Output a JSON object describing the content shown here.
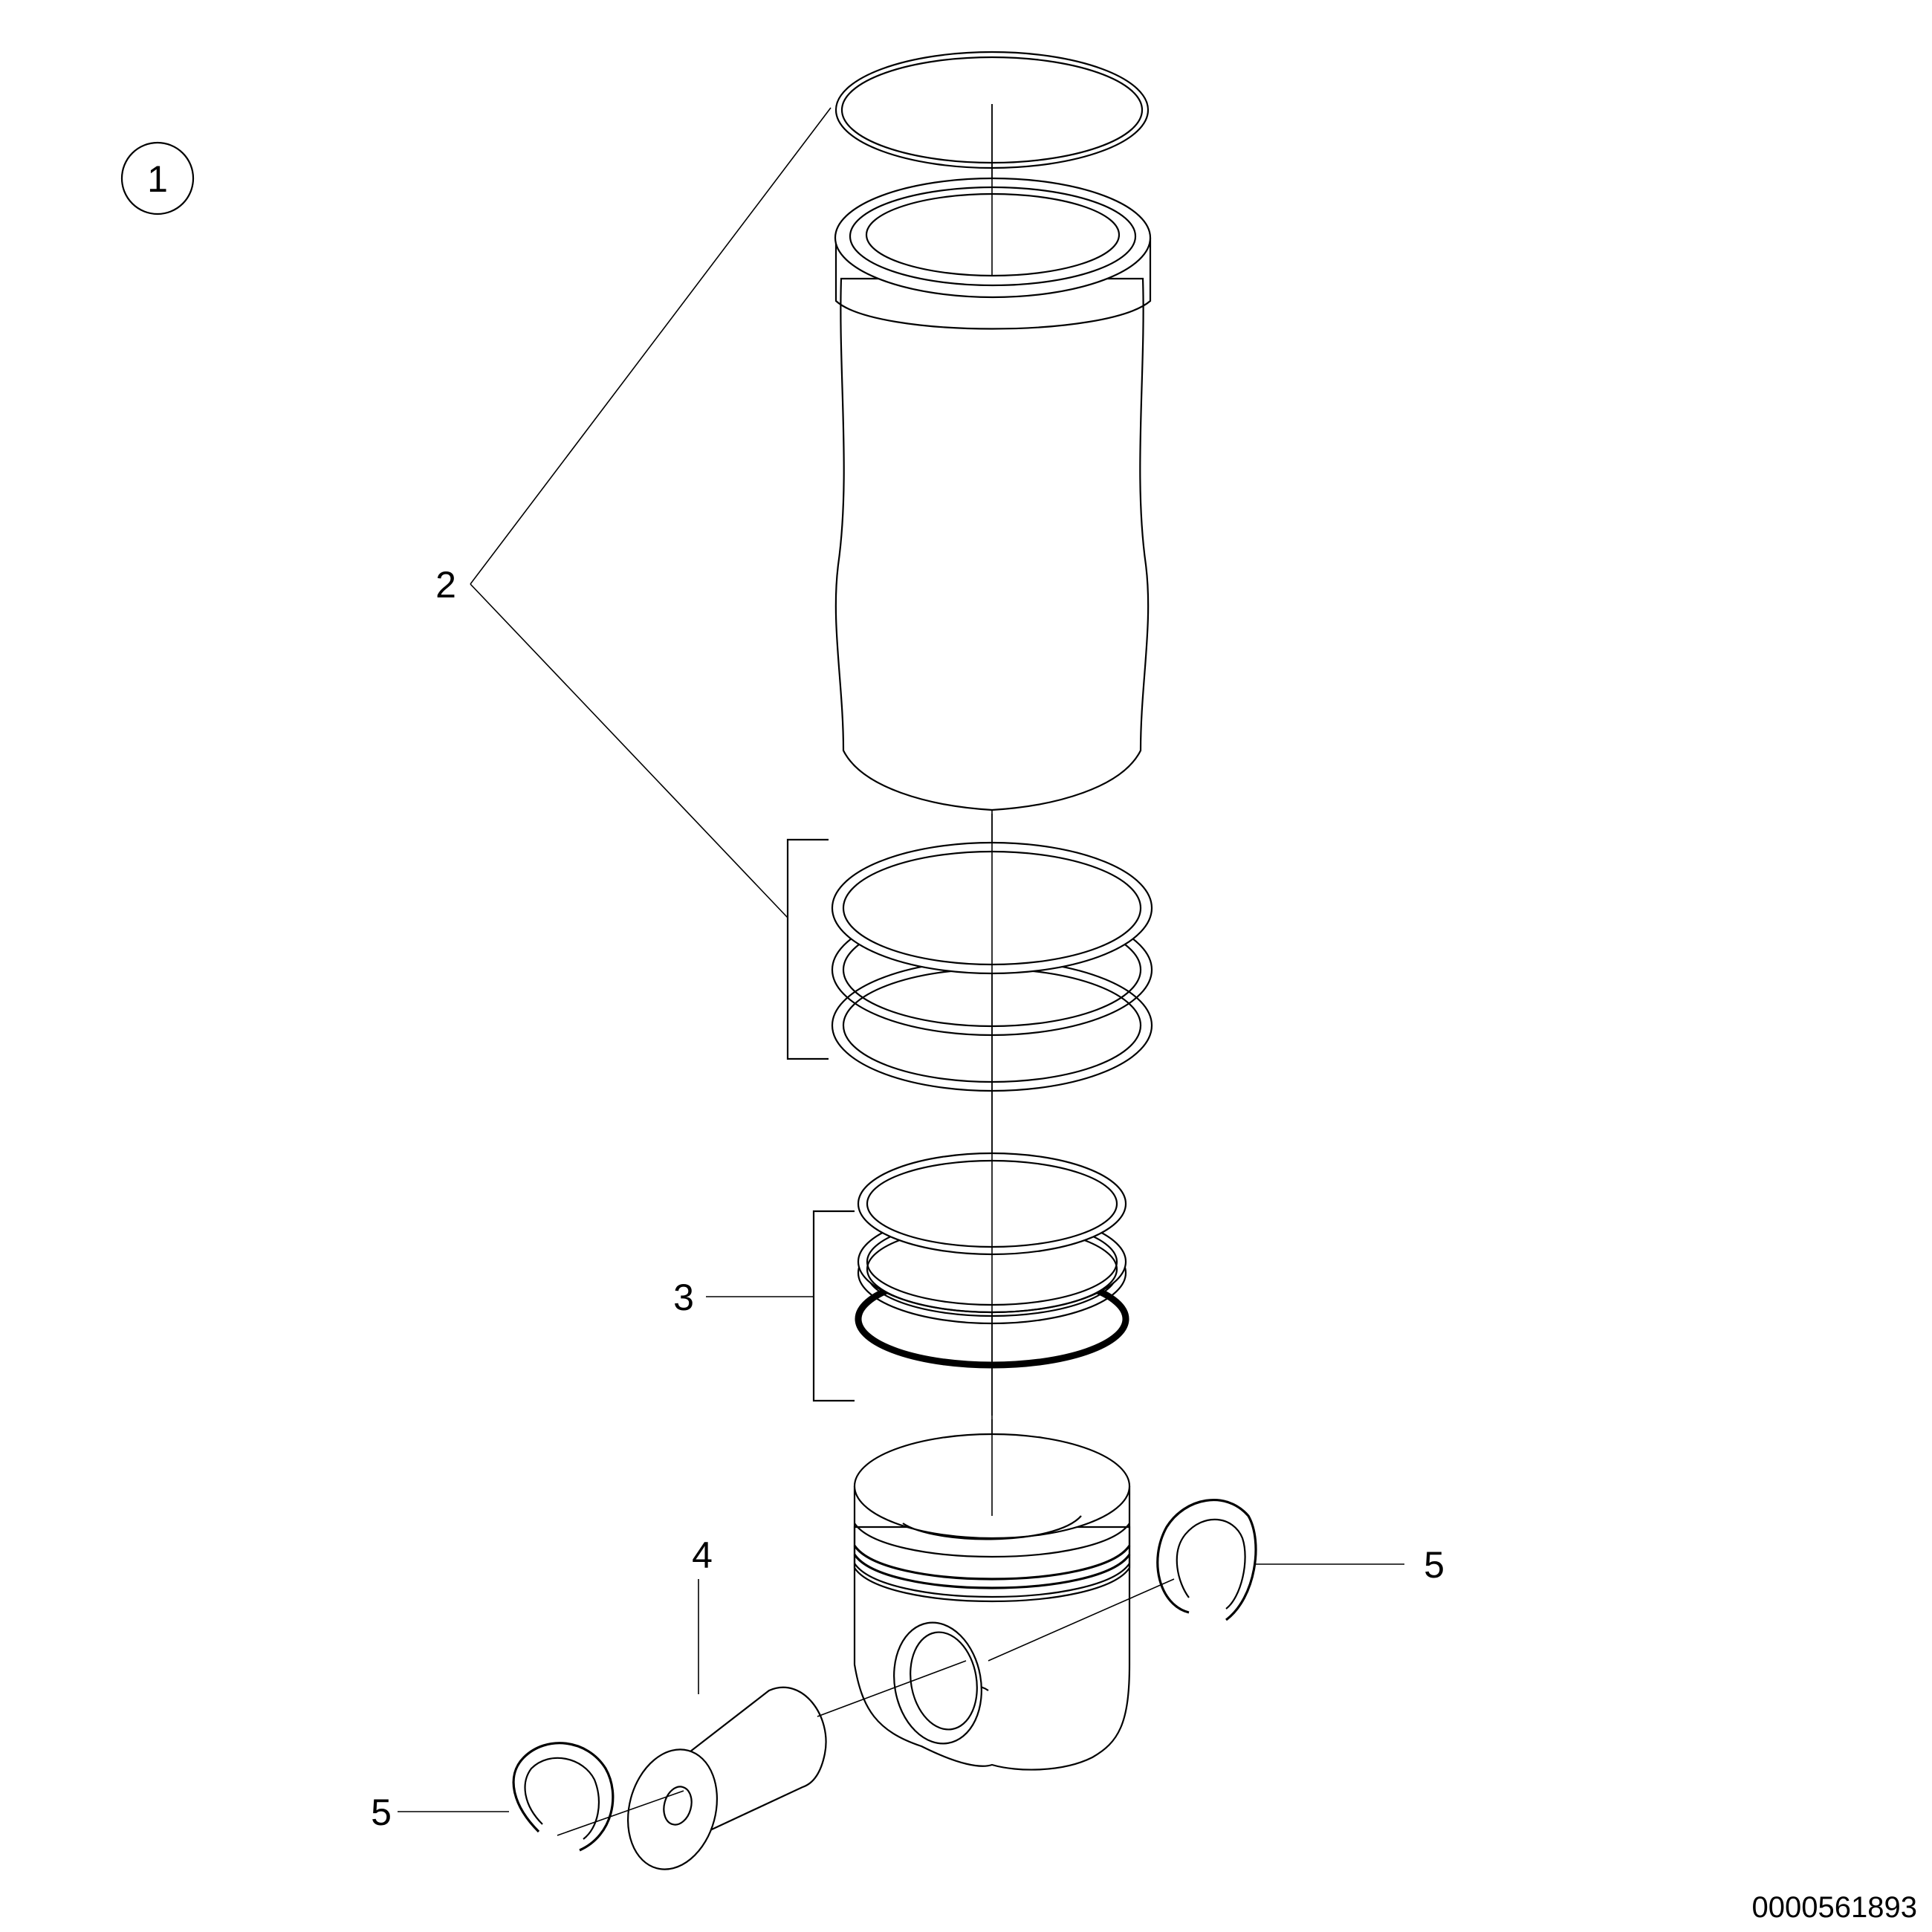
{
  "view_number": "1",
  "callouts": {
    "c2": "2",
    "c3": "3",
    "c4": "4",
    "c5_right": "5",
    "c5_left": "5"
  },
  "drawing_code": "0000561893"
}
